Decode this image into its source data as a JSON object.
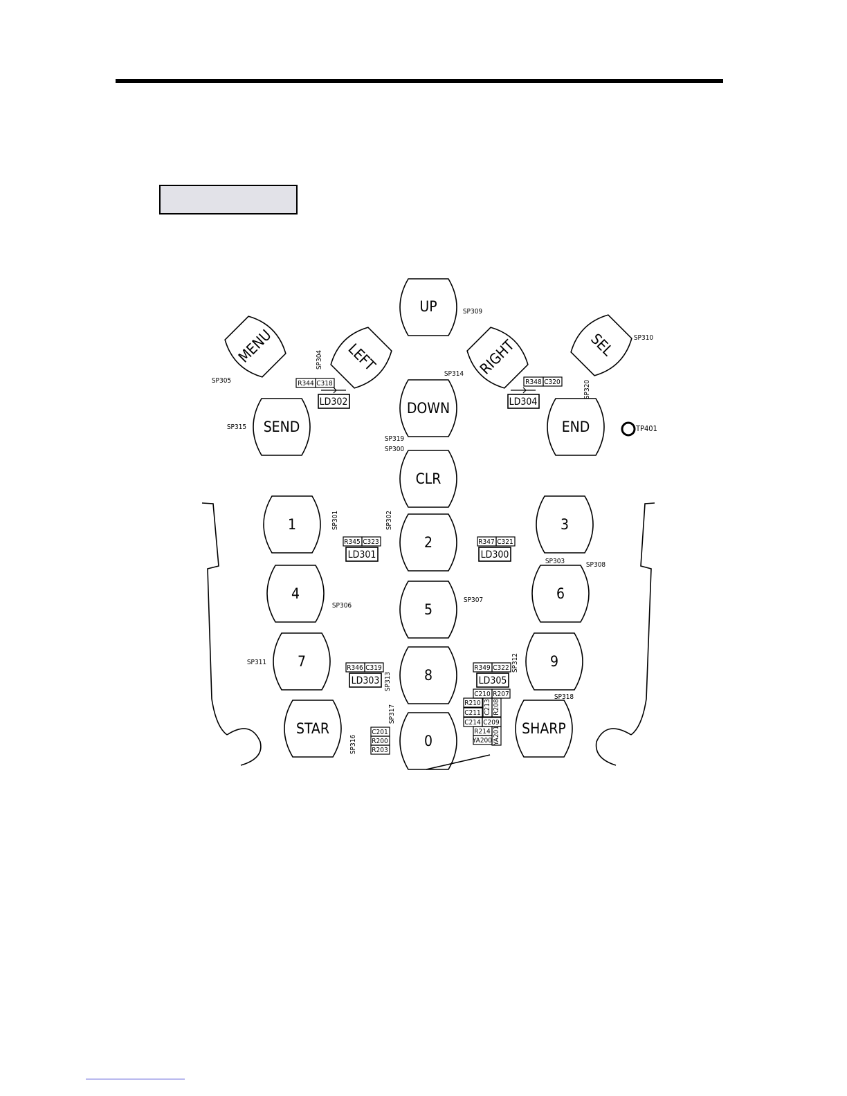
{
  "keys": {
    "up": "UP",
    "menu": "MENU",
    "left": "LEFT",
    "right": "RIGHT",
    "sel": "SEL",
    "down": "DOWN",
    "send": "SEND",
    "end": "END",
    "clr": "CLR",
    "k1": "1",
    "k2": "2",
    "k3": "3",
    "k4": "4",
    "k5": "5",
    "k6": "6",
    "k7": "7",
    "k8": "8",
    "k9": "9",
    "star": "STAR",
    "k0": "0",
    "sharp": "SHARP"
  },
  "leds": {
    "ld302": "LD302",
    "ld304": "LD304",
    "ld301": "LD301",
    "ld300": "LD300",
    "ld303": "LD303",
    "ld305": "LD305"
  },
  "testpoint": "TP401",
  "components": {
    "sp309": "SP309",
    "sp305": "SP305",
    "sp304": "SP304",
    "sp310": "SP310",
    "sp314": "SP314",
    "sp320": "SP320",
    "sp315": "SP315",
    "sp319": "SP319",
    "sp300": "SP300",
    "sp301": "SP301",
    "sp302": "SP302",
    "sp303": "SP303",
    "sp308": "SP308",
    "sp306": "SP306",
    "sp307": "SP307",
    "sp311": "SP311",
    "sp313": "SP313",
    "sp312": "SP312",
    "sp318": "SP318",
    "sp317": "SP317",
    "sp316": "SP316",
    "r344": "R344",
    "c318": "C318",
    "r348": "R348",
    "c320": "C320",
    "r345": "R345",
    "c323": "C323",
    "r347": "R347",
    "c321": "C321",
    "r346": "R346",
    "c319": "C319",
    "r349": "R349",
    "c322": "C322",
    "c210": "C210",
    "r207": "R207",
    "r210": "R210",
    "c213": "C213",
    "r208": "R208",
    "c211": "C211",
    "c214": "C214",
    "c209": "C209",
    "r214": "R214",
    "ya201": "YA201",
    "ya200": "YA200",
    "c201": "C201",
    "r200": "R200",
    "r203": "R203"
  }
}
